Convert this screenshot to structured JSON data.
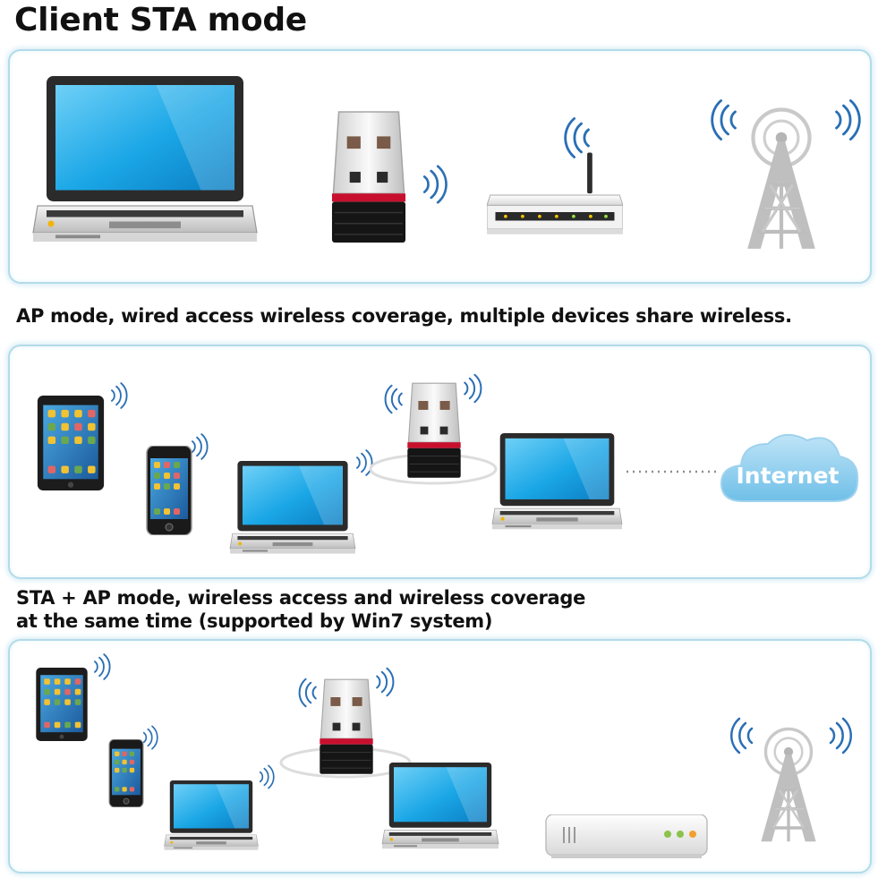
{
  "headings": {
    "client_sta": "Client STA mode",
    "ap_mode": "AP mode, wired access wireless coverage, multiple devices share wireless.",
    "sta_ap_line1": "STA + AP mode, wireless access and wireless coverage",
    "sta_ap_line2": "at the same time (supported by Win7 system)"
  },
  "cloud_label": "Internet",
  "colors": {
    "panel_border": "#b3dbea",
    "screen_blue": "#1aa6e6",
    "wifi_blue": "#2a6fb5",
    "adapter_red": "#c8102e"
  }
}
